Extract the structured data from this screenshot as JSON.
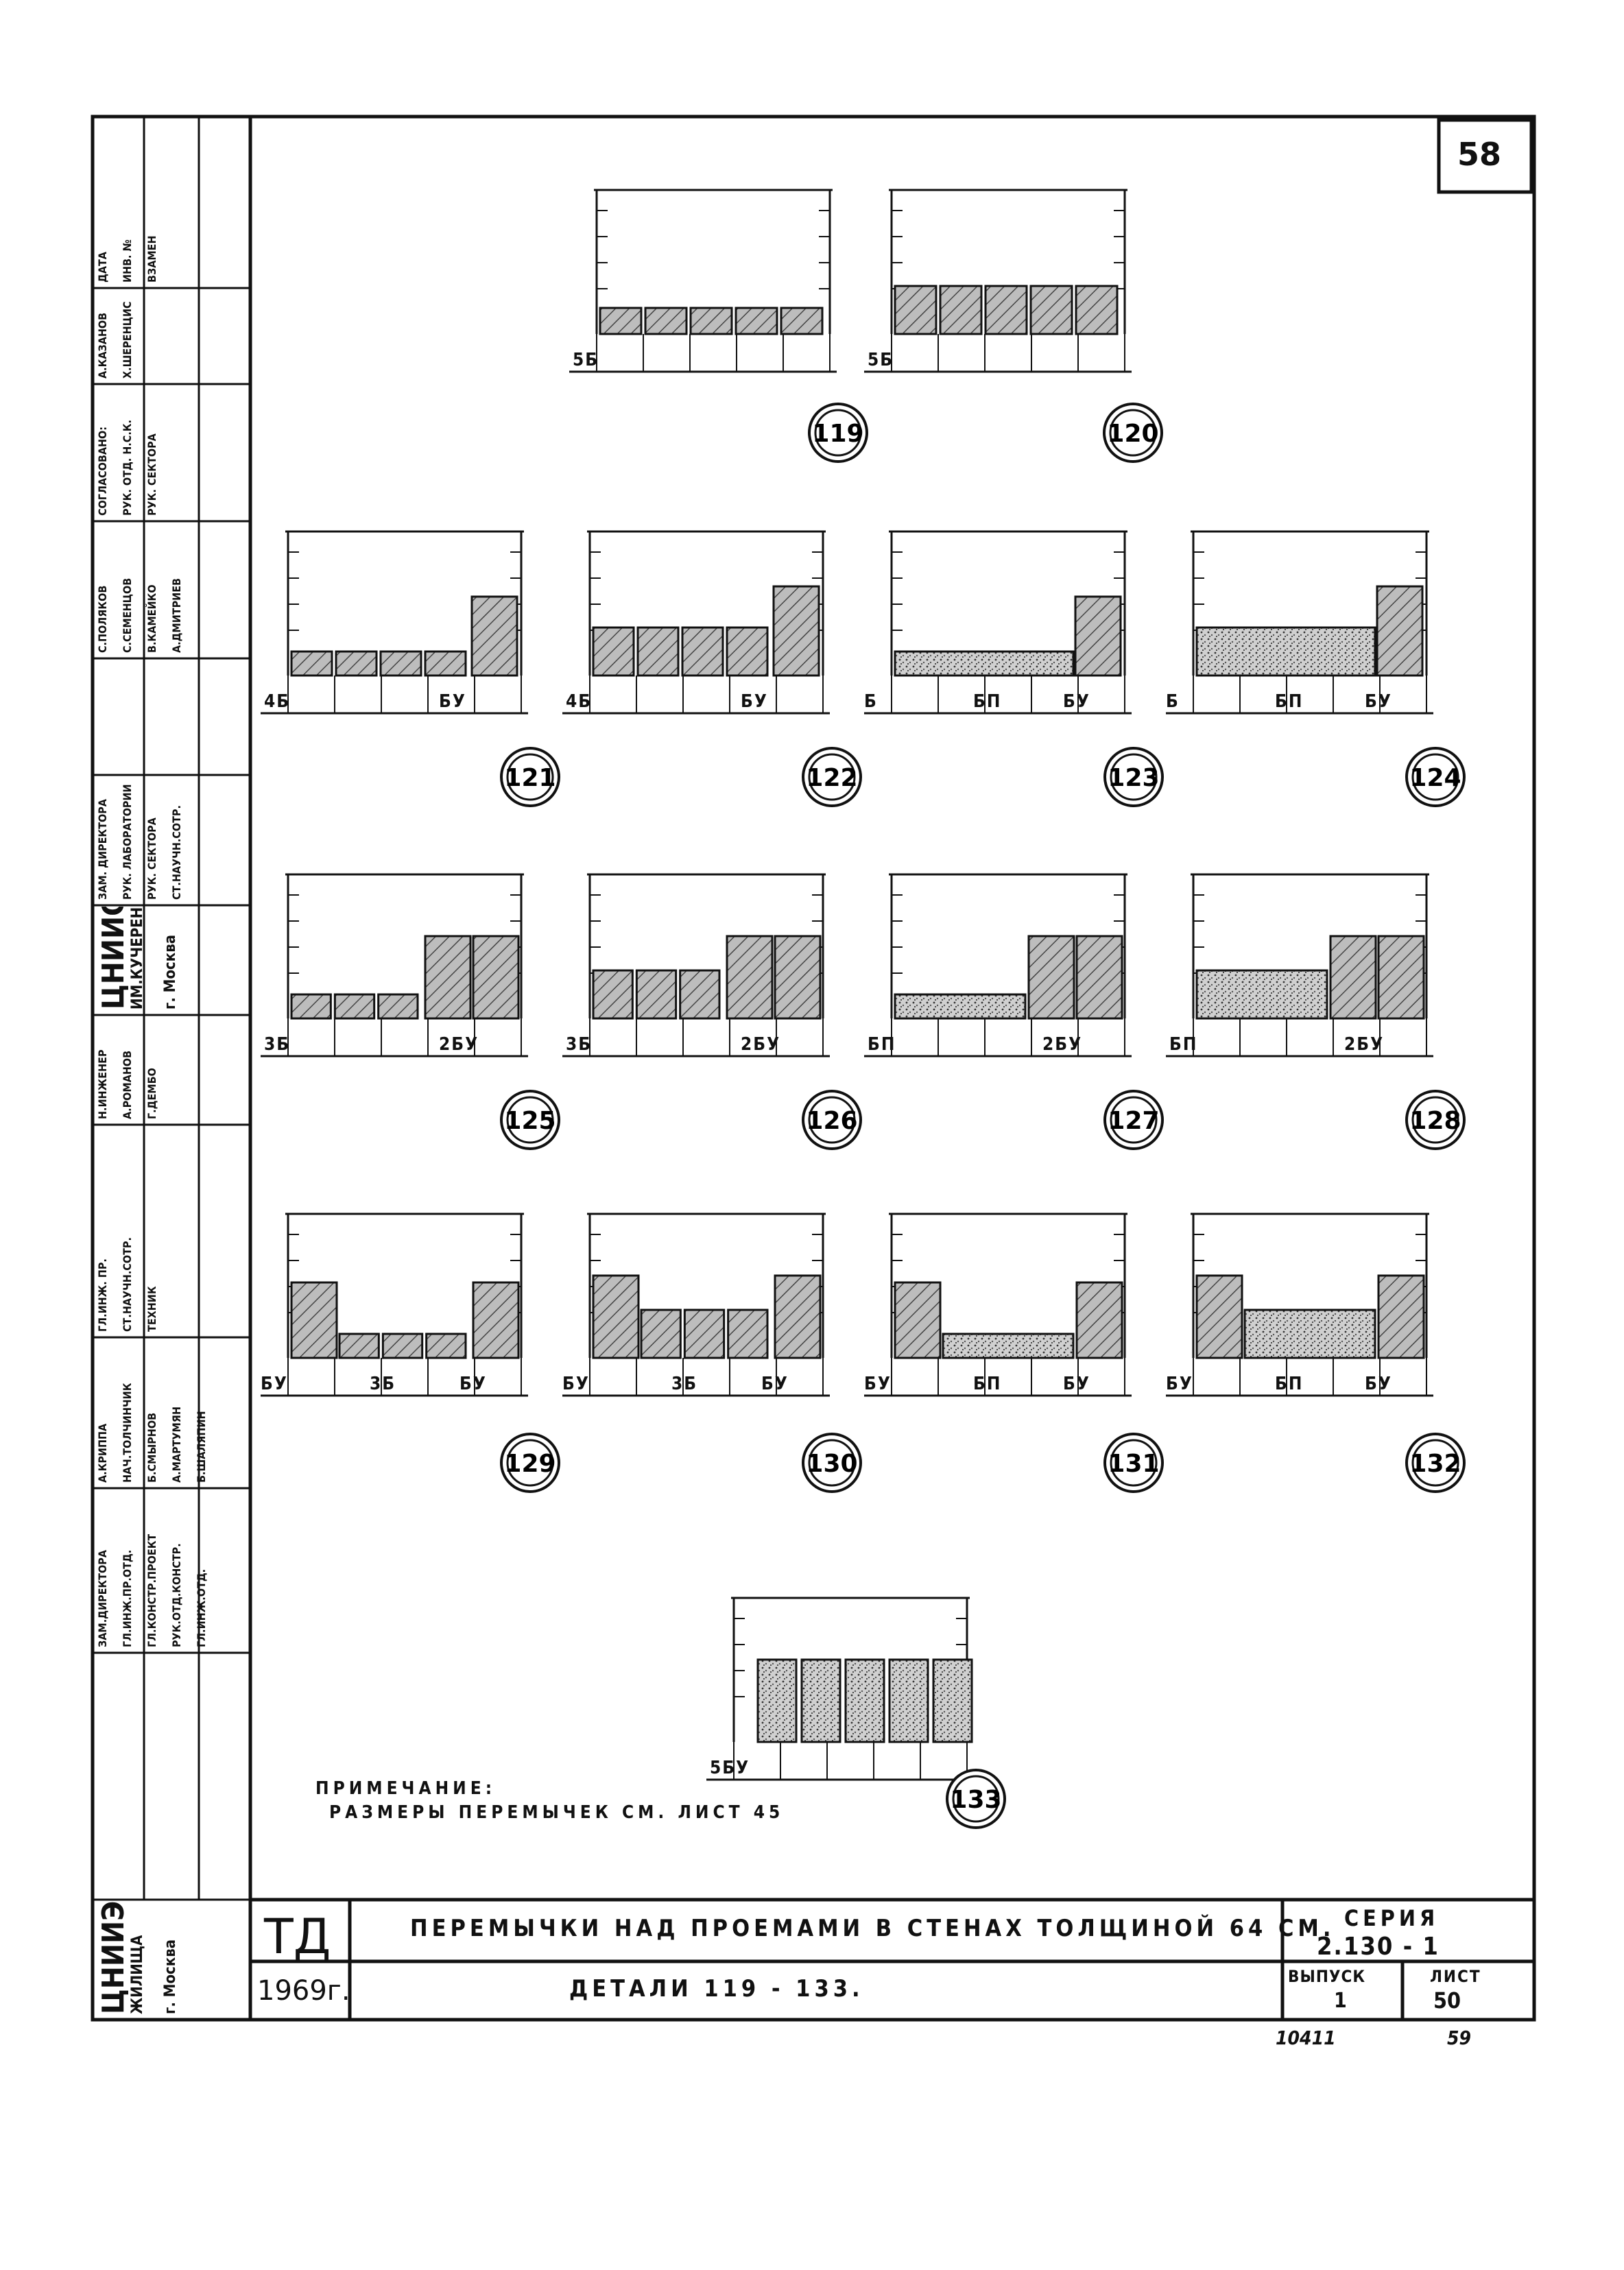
{
  "sheet_number": "58",
  "side_stamp": {
    "columns": [
      [
        "ДАТА",
        "ИНВ. №",
        "ВЗАМЕН"
      ],
      [
        "А.КАЗАНОВ",
        "Х.ШЕРЕНЦИС"
      ],
      [
        "СОГЛАСОВАНО:",
        "РУК. ОТД. Н.С.К.",
        "РУК. СЕКТОРА"
      ],
      [
        "С.ПОЛЯКОВ",
        "С.СЕМЕНЦОВ",
        "В.КАМЕЙКО",
        "А.ДМИТРИЕВ"
      ],
      [
        "ЗАМ. ДИРЕКТОРА",
        "РУК. ЛАБОРАТОРИИ",
        "РУК. СЕКТОРА",
        "СТ.НАУЧН.СОТР."
      ],
      [
        "ЦНИИСК",
        "ИМ.КУЧЕРЕНКО",
        "г. Москва"
      ],
      [
        "Н.ИНЖЕНЕР",
        "А.РОМАНОВ",
        "Г.ДЕМБО"
      ],
      [
        "ГЛ.ИНЖ. ПР.",
        "СТ.НАУЧН.СОТР.",
        "ТЕХНИК"
      ],
      [
        "А.КРИППА",
        "НАЧ.ТОЛЧИНЧИК",
        "Б.СМЫРНОВ",
        "А.МАРТУМЯН",
        "Б.ШАЛЯПИН"
      ],
      [
        "ЗАМ.ДИРЕКТОРА",
        "ГЛ.ИНЖ.ПР.ОТД.",
        "ГЛ.КОНСТР.ПРОЕКТ",
        "РУК.ОТД.КОНСТР.",
        "ГЛ.ИНЖ.ОТД."
      ],
      [
        "ЦНИИЭП",
        "ЖИЛИЩА",
        "г. Москва"
      ]
    ]
  },
  "details": [
    {
      "id": "119",
      "labels": [
        "5Б"
      ]
    },
    {
      "id": "120",
      "labels": [
        "5Б"
      ]
    },
    {
      "id": "121",
      "labels": [
        "4Б",
        "БУ"
      ]
    },
    {
      "id": "122",
      "labels": [
        "4Б",
        "БУ"
      ]
    },
    {
      "id": "123",
      "labels": [
        "Б",
        "БП",
        "БУ"
      ]
    },
    {
      "id": "124",
      "labels": [
        "Б",
        "БП",
        "БУ"
      ]
    },
    {
      "id": "125",
      "labels": [
        "3Б",
        "2БУ"
      ]
    },
    {
      "id": "126",
      "labels": [
        "3Б",
        "2БУ"
      ]
    },
    {
      "id": "127",
      "labels": [
        "БП",
        "2БУ"
      ]
    },
    {
      "id": "128",
      "labels": [
        "БП",
        "2БУ"
      ]
    },
    {
      "id": "129",
      "labels": [
        "БУ",
        "3Б",
        "БУ"
      ]
    },
    {
      "id": "130",
      "labels": [
        "БУ",
        "3Б",
        "БУ"
      ]
    },
    {
      "id": "131",
      "labels": [
        "БУ",
        "БП",
        "БУ"
      ]
    },
    {
      "id": "132",
      "labels": [
        "БУ",
        "БП",
        "БУ"
      ]
    },
    {
      "id": "133",
      "labels": [
        "5БУ"
      ]
    }
  ],
  "note": {
    "title": "ПРИМЕЧАНИЕ:",
    "text": "РАЗМЕРЫ ПЕРЕМЫЧЕК СМ. ЛИСТ 45"
  },
  "title_block": {
    "code": "ТД",
    "year": "1969г.",
    "title": "ПЕРЕМЫЧКИ НАД ПРОЕМАМИ В СТЕНАХ ТОЛЩИНОЙ 64 СМ.",
    "subtitle": "ДЕТАЛИ 119 - 133.",
    "series_label": "СЕРИЯ",
    "series_value": "2.130 - 1",
    "issue_label": "ВЫПУСК",
    "issue_value": "1",
    "sheet_label": "ЛИСТ",
    "sheet_value": "50"
  },
  "footer": {
    "left": "10411",
    "right": "59"
  }
}
